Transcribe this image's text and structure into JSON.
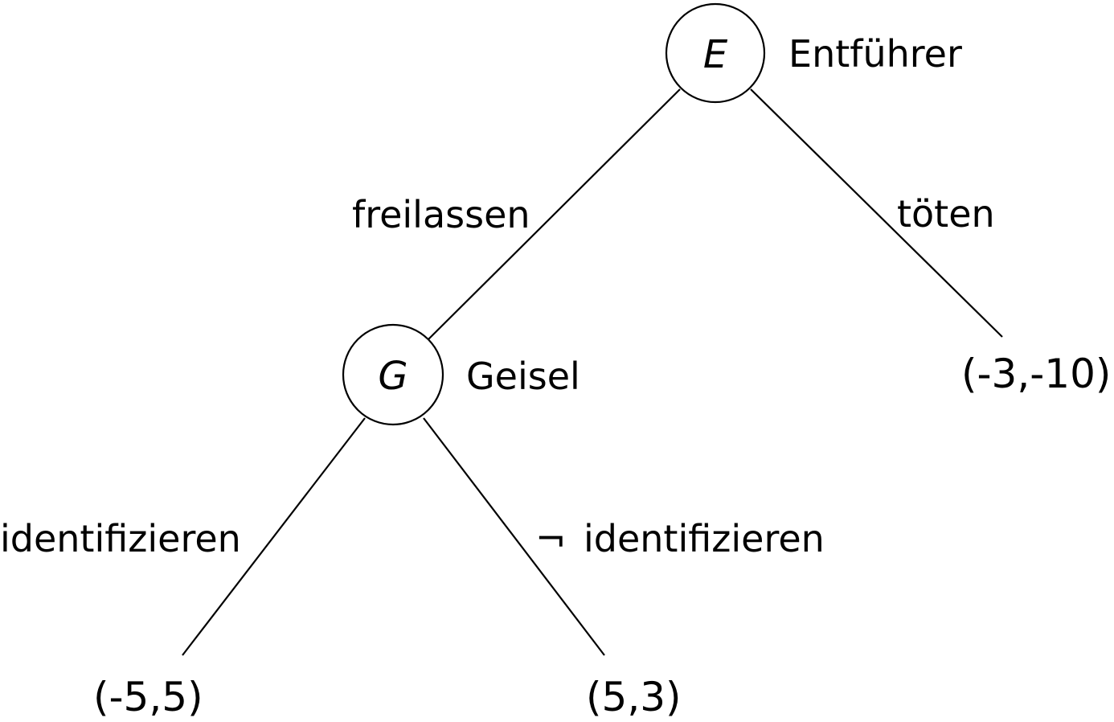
{
  "nodes": {
    "root": {
      "symbol": "E",
      "player": "Entführer"
    },
    "second": {
      "symbol": "G",
      "player": "Geisel"
    }
  },
  "edges": {
    "release": "freilassen",
    "kill": "töten",
    "identify": "identifizieren",
    "not_identify_symbol": "¬",
    "not_identify": "identifizieren"
  },
  "payoffs": {
    "kill": "(-3,-10)",
    "identify": "(-5,5)",
    "not_identify": "(5,3)"
  }
}
